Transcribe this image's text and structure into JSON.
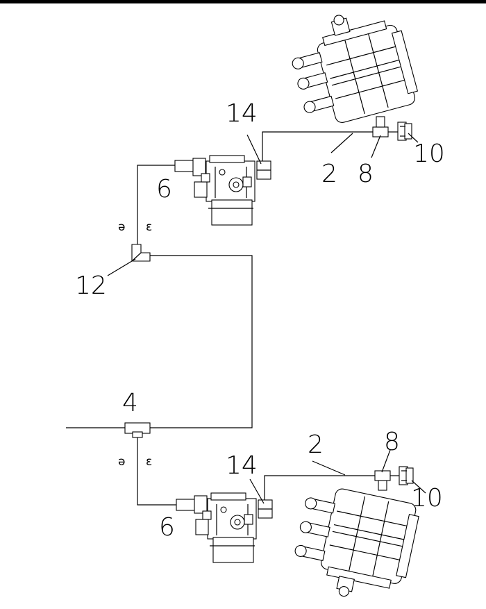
{
  "callouts": {
    "tee_8_top": "8",
    "tee_8_bottom": "8",
    "valve_10_top": "10",
    "valve_10_bottom": "10",
    "pipe_2_top": "2",
    "pipe_2_bottom": "2",
    "connector_14_top": "14",
    "connector_14_bottom": "14",
    "relay_6_top": "6",
    "relay_6_bottom": "6",
    "elbow_12": "12",
    "tee_4": "4"
  },
  "symbols": {
    "flow_left": "ǝ",
    "flow_right": "ɛ"
  }
}
